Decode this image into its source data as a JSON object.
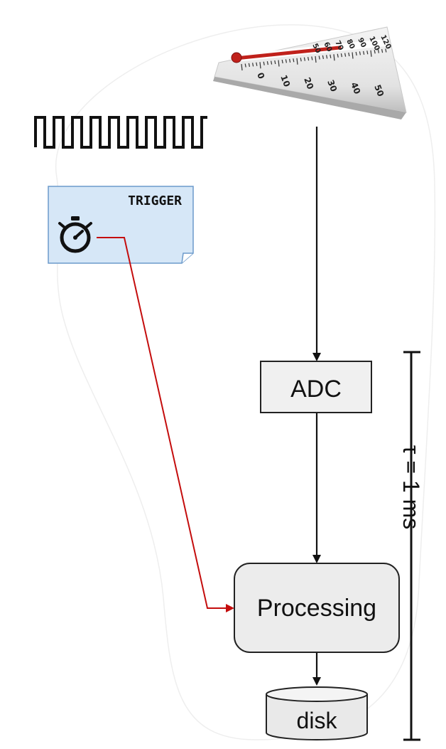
{
  "thermometer": {
    "upper_scale": [
      "50",
      "60",
      "70",
      "80",
      "90",
      "100",
      "120"
    ],
    "lower_scale": [
      "0",
      "10",
      "20",
      "30",
      "40",
      "50"
    ],
    "mercury_color": "#c0211b"
  },
  "trigger": {
    "label": "TRIGGER",
    "card_color": "#d6e7f7",
    "line_color": "#c40d0d"
  },
  "adc": {
    "label": "ADC"
  },
  "processing": {
    "label": "Processing"
  },
  "disk": {
    "label": "disk"
  },
  "timing": {
    "label": "τ = 1 ms"
  }
}
